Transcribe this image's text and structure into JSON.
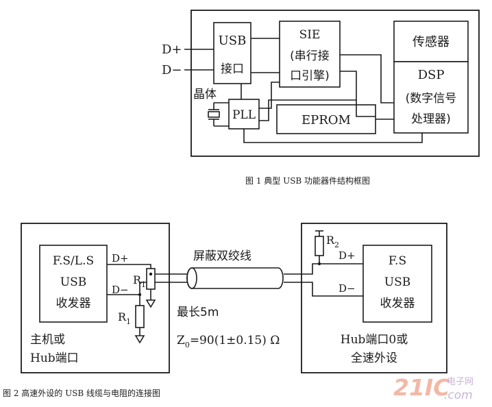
{
  "fig1": {
    "usb_box_line1": "USB",
    "usb_box_line2": "接口",
    "sie_line1": "SIE",
    "sie_line2": "(串行接",
    "sie_line3": "口引擎)",
    "sensor": "传感器",
    "dsp_line1": "DSP",
    "dsp_line2": "(数字信号",
    "dsp_line3": "处理器)",
    "crystal": "晶体",
    "pll": "PLL",
    "eprom": "EPROM",
    "dplus": "D+",
    "dminus": "D−",
    "caption": "图 1 典型 USB 功能器件结构框图"
  },
  "fig2": {
    "host_xcvr_line1": "F.S/L.S",
    "host_xcvr_line2": "USB",
    "host_xcvr_line3": "收发器",
    "host_dplus": "D+",
    "host_dminus": "D−",
    "r1_top": "R",
    "r1_top_sub": "1",
    "r1_bottom": "R",
    "r1_bottom_sub": "1",
    "host_line1": "主机或",
    "host_line2": "Hub端口",
    "cable": "屏蔽双绞线",
    "max_len": "最长5m",
    "z0_prefix": "Z",
    "z0_sub": "0",
    "z0_value": "=90(1±0.15) Ω",
    "r2": "R",
    "r2_sub": "2",
    "dev_dplus": "D+",
    "dev_dminus": "D−",
    "dev_xcvr_line1": "F.S",
    "dev_xcvr_line2": "USB",
    "dev_xcvr_line3": "收发器",
    "dev_line1": "Hub端口0或",
    "dev_line2": "全速外设",
    "caption": "图 2 高速外设的 USB 线缆与电阻的连接图"
  },
  "watermark": {
    "brand": "21IC",
    "cn": "电子网",
    "dot": ".com"
  }
}
